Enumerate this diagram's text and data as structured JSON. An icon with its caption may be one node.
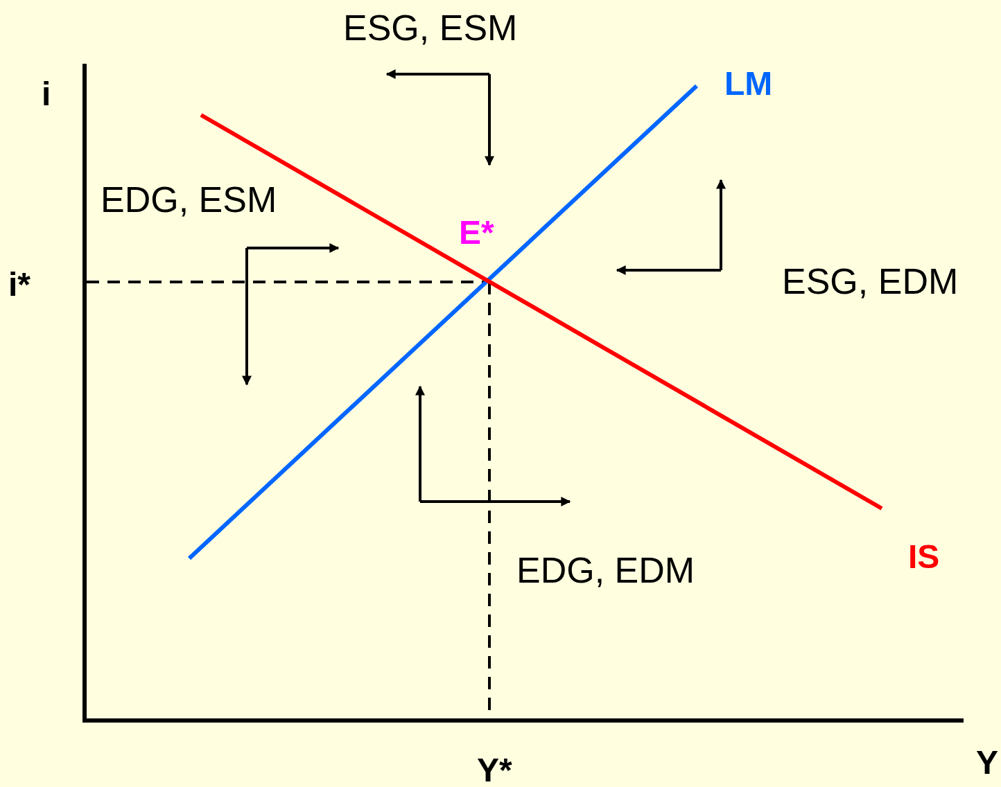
{
  "diagram": {
    "labels": [
      "ESG, ESM",
      "i",
      "LM",
      "EDG, ESM",
      "E*",
      "i*",
      "ESG, EDM",
      "IS",
      "EDG, EDM",
      "Y",
      "Y*"
    ]
  }
}
